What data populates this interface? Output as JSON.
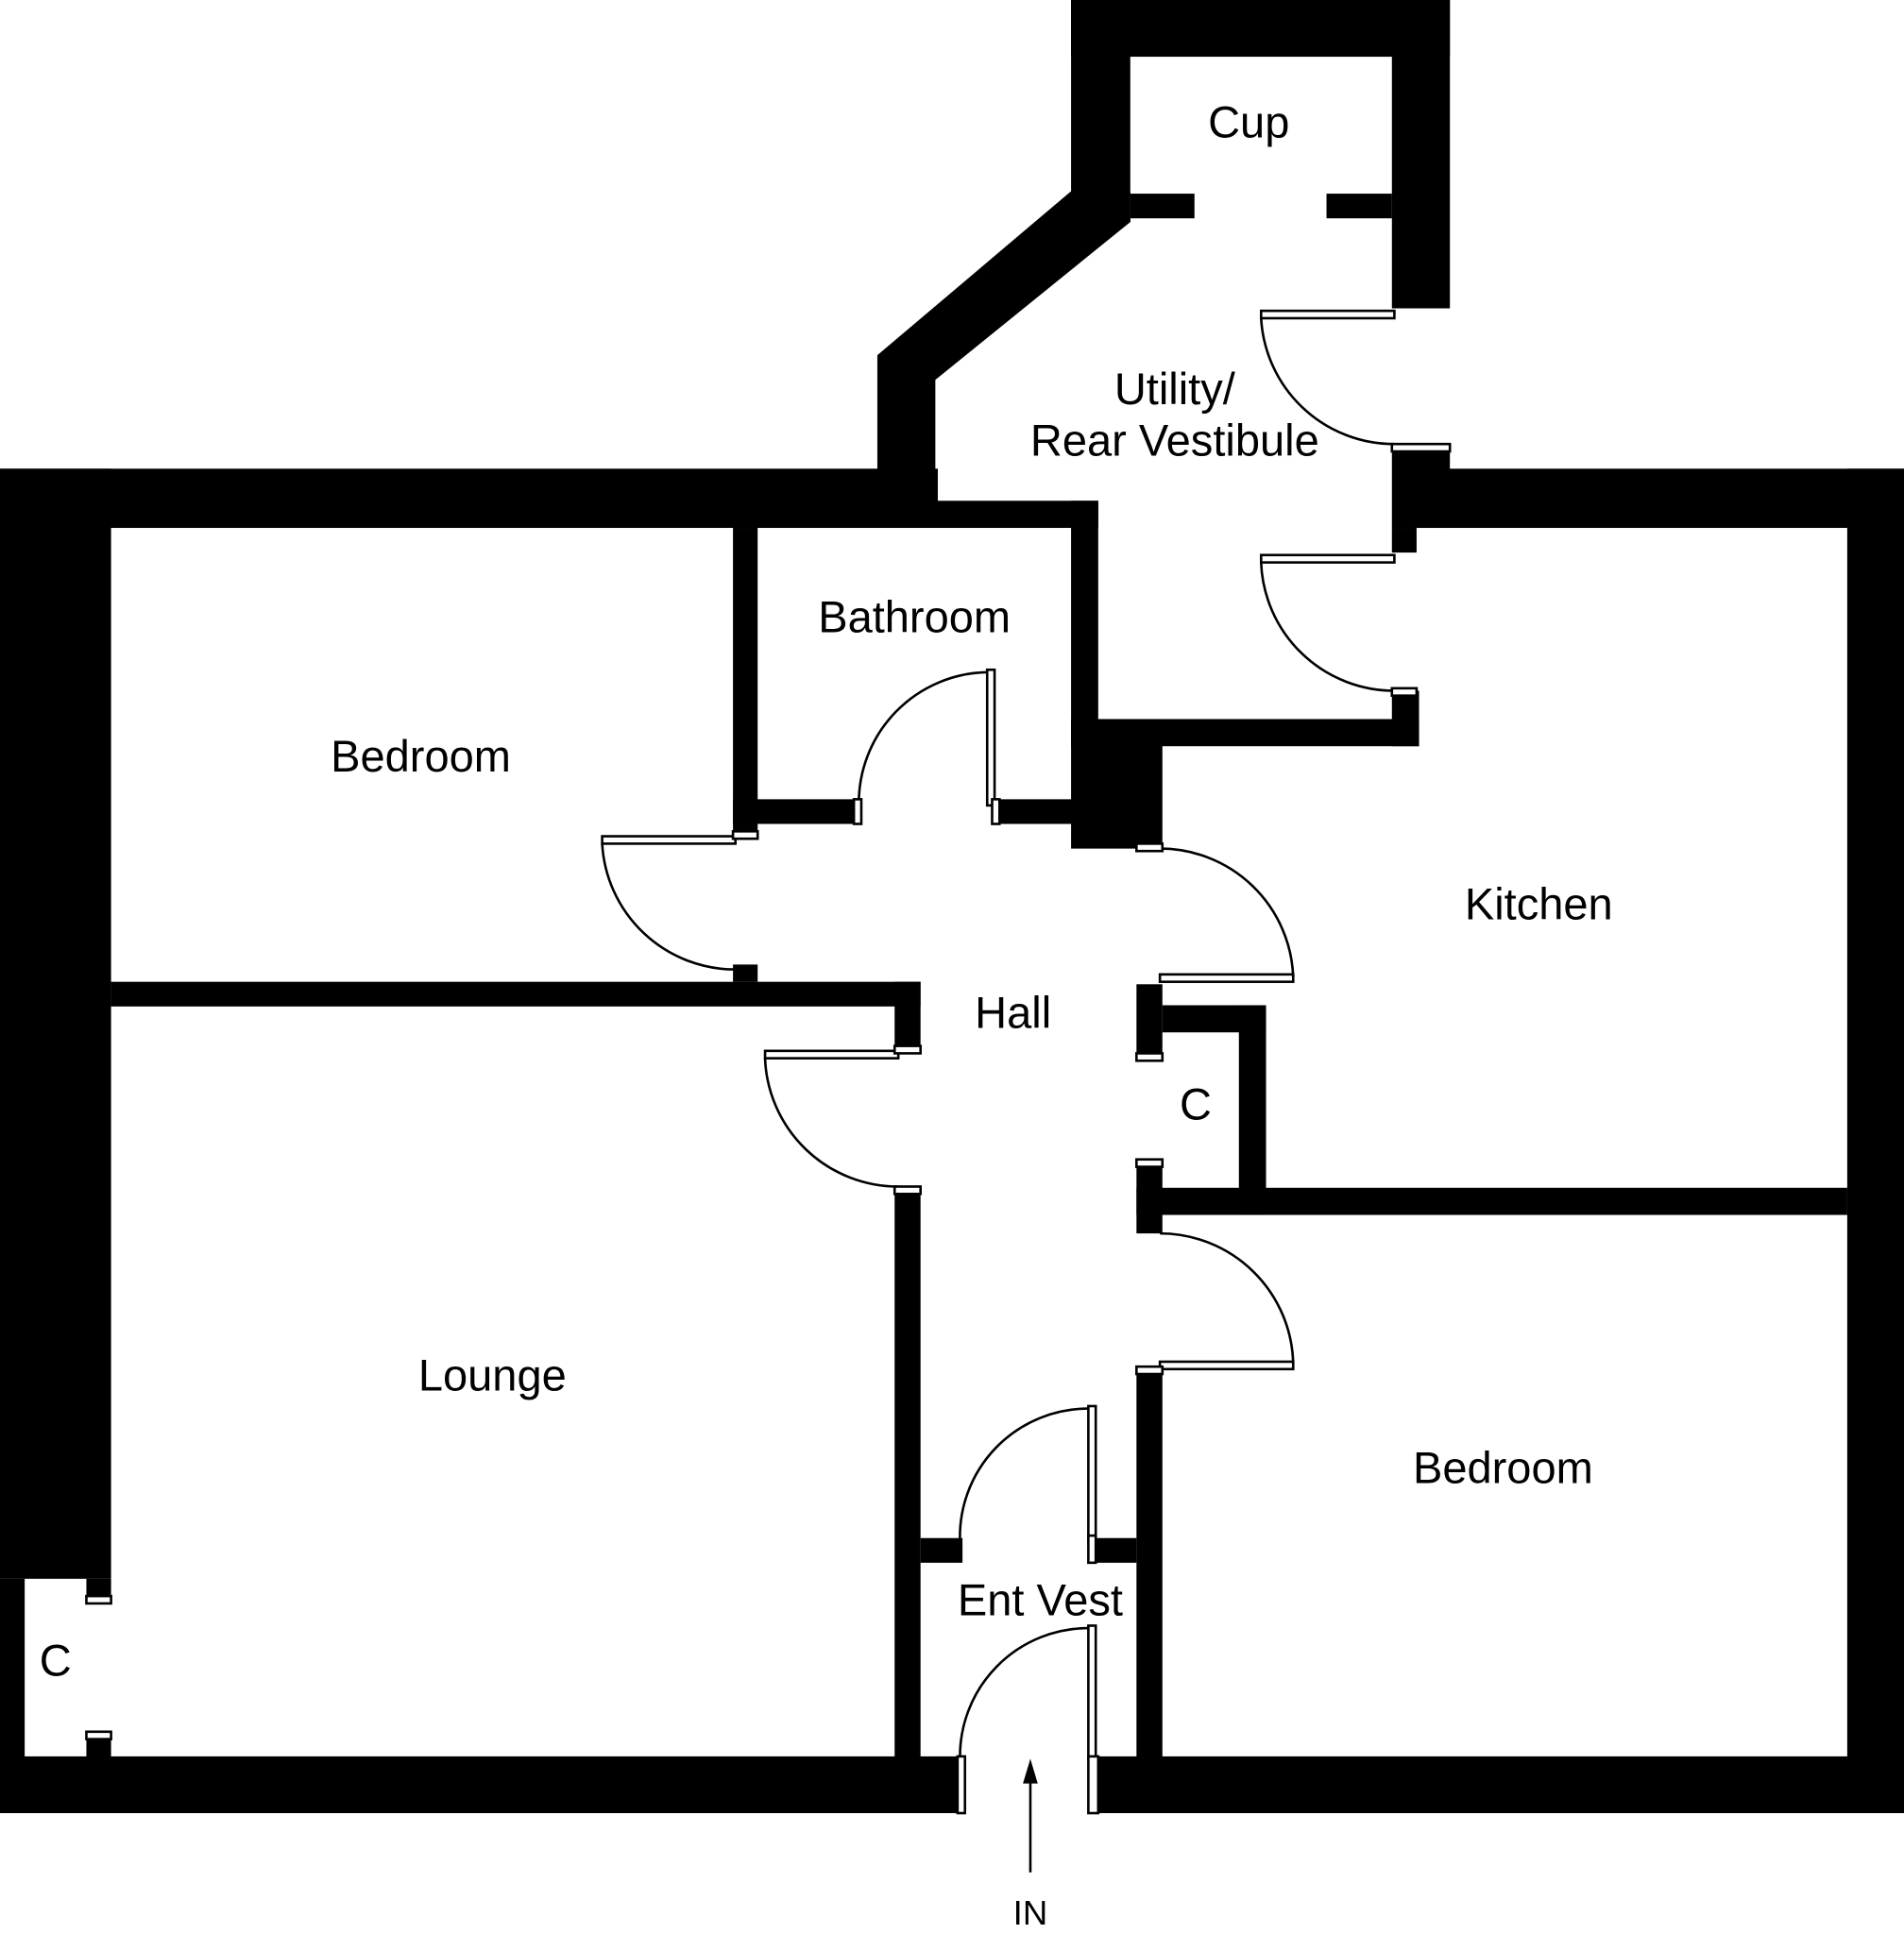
{
  "floor_plan": {
    "rooms": {
      "cupboard_top": "Cup",
      "utility_line1": "Utility/",
      "utility_line2": "Rear Vestibule",
      "bathroom": "Bathroom",
      "bedroom_upper": "Bedroom",
      "hall": "Hall",
      "kitchen": "Kitchen",
      "cupboard_hall": "C",
      "lounge": "Lounge",
      "bedroom_lower": "Bedroom",
      "entrance_vestibule": "Ent Vest",
      "cupboard_lounge": "C"
    },
    "entrance_label": "IN"
  }
}
